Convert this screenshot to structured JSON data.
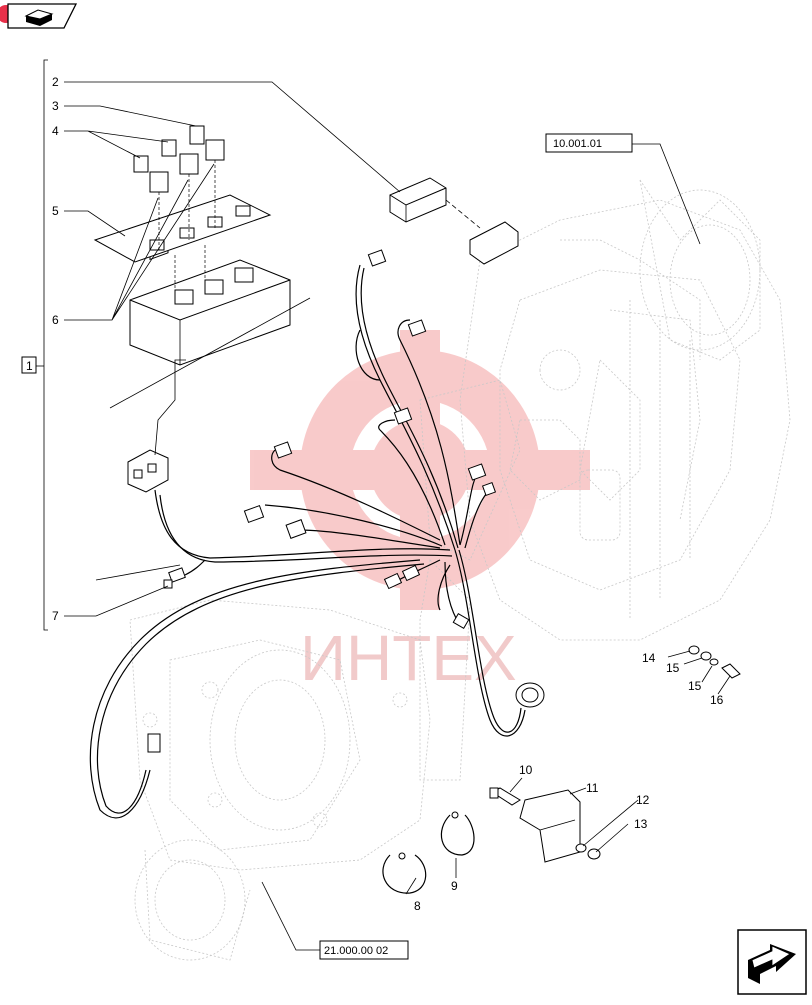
{
  "top_icon": {
    "name": "book-folder-icon",
    "badge_color": "#e8304a"
  },
  "watermark": {
    "text": "ИНТЕХ",
    "color": "#f08080"
  },
  "bracket_label": "1",
  "callouts": {
    "c2": "2",
    "c3": "3",
    "c4": "4",
    "c5": "5",
    "c6": "6",
    "c7": "7",
    "c8": "8",
    "c9": "9",
    "c10": "10",
    "c11": "11",
    "c12": "12",
    "c13": "13",
    "c14": "14",
    "c15a": "15",
    "c15b": "15",
    "c16": "16"
  },
  "references": {
    "engine": "10.001.01",
    "transmission": "21.000.00 02"
  },
  "nav_icon": {
    "name": "next-page-arrow-icon"
  }
}
